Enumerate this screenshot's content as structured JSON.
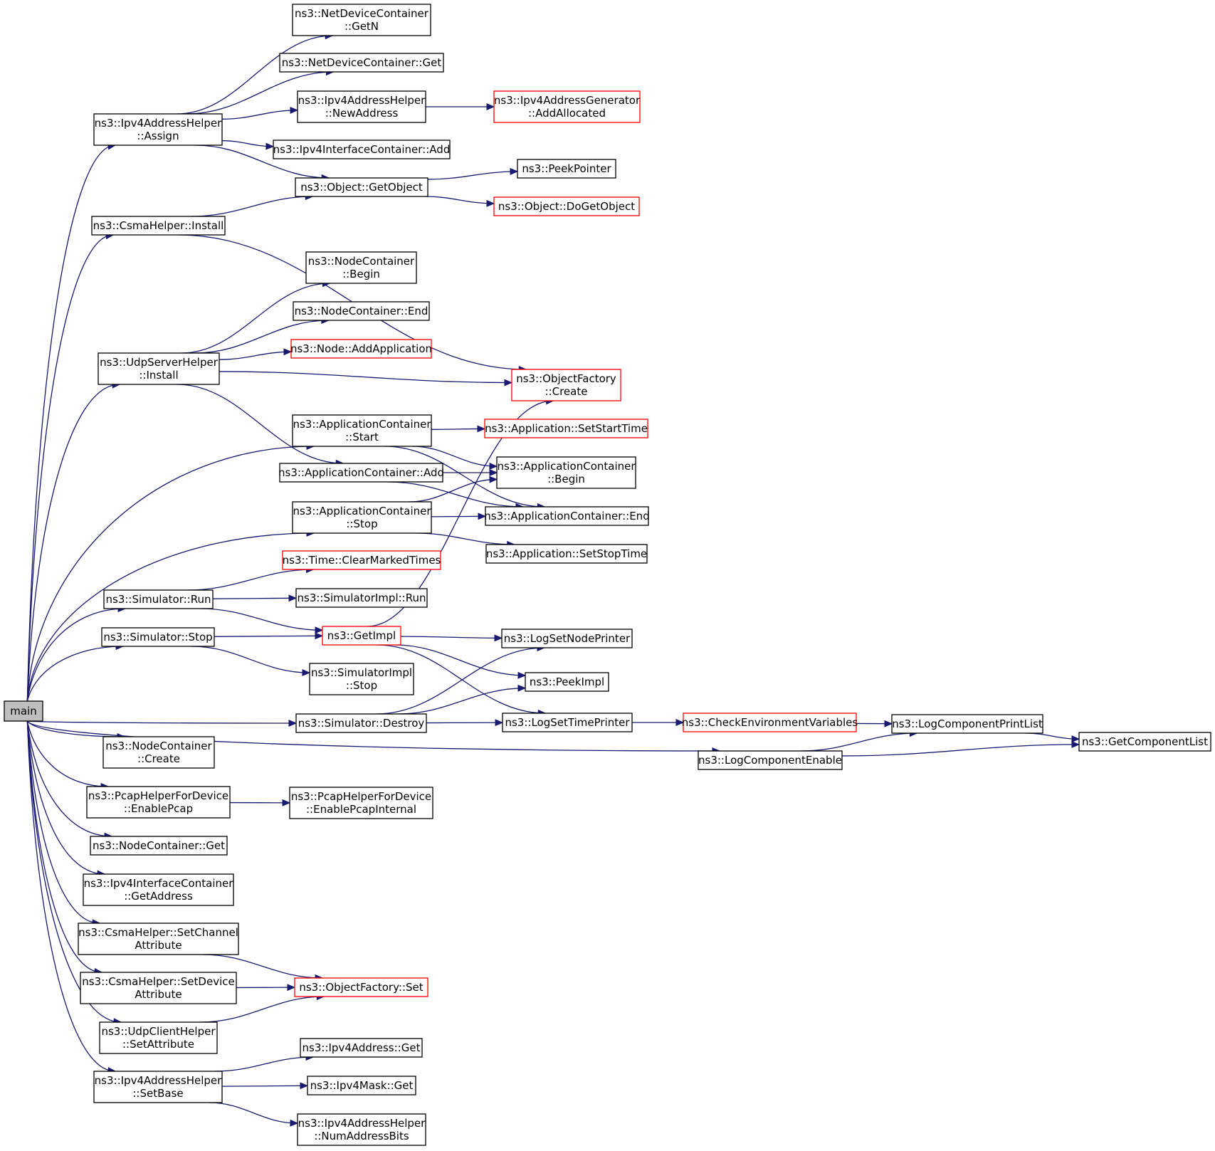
{
  "colors": {
    "edge": "#191970",
    "node_border_normal": "#000000",
    "node_border_truncated": "#ff0000",
    "root_fill": "#bfbfbf",
    "node_fill": "#ffffff"
  },
  "nodes": [
    {
      "id": "main",
      "lines": [
        "main"
      ],
      "style": "root"
    },
    {
      "id": "ipv4addrhelper_assign",
      "lines": [
        "ns3::Ipv4AddressHelper",
        "::Assign"
      ],
      "style": "normal"
    },
    {
      "id": "csmahelper_install",
      "lines": [
        "ns3::CsmaHelper::Install"
      ],
      "style": "normal"
    },
    {
      "id": "udpserverhelper_install",
      "lines": [
        "ns3::UdpServerHelper",
        "::Install"
      ],
      "style": "normal"
    },
    {
      "id": "appcontainer_start",
      "lines": [
        "ns3::ApplicationContainer",
        "::Start"
      ],
      "style": "normal"
    },
    {
      "id": "appcontainer_stop",
      "lines": [
        "ns3::ApplicationContainer",
        "::Stop"
      ],
      "style": "normal"
    },
    {
      "id": "simulator_run",
      "lines": [
        "ns3::Simulator::Run"
      ],
      "style": "normal"
    },
    {
      "id": "simulator_stop",
      "lines": [
        "ns3::Simulator::Stop"
      ],
      "style": "normal"
    },
    {
      "id": "simulator_destroy",
      "lines": [
        "ns3::Simulator::Destroy"
      ],
      "style": "normal"
    },
    {
      "id": "logcomponentenable",
      "lines": [
        "ns3::LogComponentEnable"
      ],
      "style": "normal"
    },
    {
      "id": "nodecontainer_create",
      "lines": [
        "ns3::NodeContainer",
        "::Create"
      ],
      "style": "normal"
    },
    {
      "id": "pcaphelper_enablepcap",
      "lines": [
        "ns3::PcapHelperForDevice",
        "::EnablePcap"
      ],
      "style": "normal"
    },
    {
      "id": "nodecontainer_get",
      "lines": [
        "ns3::NodeContainer::Get"
      ],
      "style": "normal"
    },
    {
      "id": "ipv4ifcontainer_getaddress",
      "lines": [
        "ns3::Ipv4InterfaceContainer",
        "::GetAddress"
      ],
      "style": "normal"
    },
    {
      "id": "csmahelper_setchannelattr",
      "lines": [
        "ns3::CsmaHelper::SetChannel",
        "Attribute"
      ],
      "style": "normal"
    },
    {
      "id": "csmahelper_setdeviceattr",
      "lines": [
        "ns3::CsmaHelper::SetDevice",
        "Attribute"
      ],
      "style": "normal"
    },
    {
      "id": "udpclienthelper_setattr",
      "lines": [
        "ns3::UdpClientHelper",
        "::SetAttribute"
      ],
      "style": "normal"
    },
    {
      "id": "ipv4addrhelper_setbase",
      "lines": [
        "ns3::Ipv4AddressHelper",
        "::SetBase"
      ],
      "style": "normal"
    },
    {
      "id": "netdevcontainer_getn",
      "lines": [
        "ns3::NetDeviceContainer",
        "::GetN"
      ],
      "style": "normal"
    },
    {
      "id": "netdevcontainer_get",
      "lines": [
        "ns3::NetDeviceContainer::Get"
      ],
      "style": "normal"
    },
    {
      "id": "ipv4addrhelper_newaddress",
      "lines": [
        "ns3::Ipv4AddressHelper",
        "::NewAddress"
      ],
      "style": "normal"
    },
    {
      "id": "ipv4ifcontainer_add",
      "lines": [
        "ns3::Ipv4InterfaceContainer::Add"
      ],
      "style": "normal"
    },
    {
      "id": "object_getobject",
      "lines": [
        "ns3::Object::GetObject"
      ],
      "style": "normal"
    },
    {
      "id": "nodecontainer_begin",
      "lines": [
        "ns3::NodeContainer",
        "::Begin"
      ],
      "style": "normal"
    },
    {
      "id": "nodecontainer_end",
      "lines": [
        "ns3::NodeContainer::End"
      ],
      "style": "normal"
    },
    {
      "id": "node_addapplication",
      "lines": [
        "ns3::Node::AddApplication"
      ],
      "style": "truncated"
    },
    {
      "id": "appcontainer_add",
      "lines": [
        "ns3::ApplicationContainer::Add"
      ],
      "style": "normal"
    },
    {
      "id": "time_clearmarkedtimes",
      "lines": [
        "ns3::Time::ClearMarkedTimes"
      ],
      "style": "truncated"
    },
    {
      "id": "simulatorimpl_run",
      "lines": [
        "ns3::SimulatorImpl::Run"
      ],
      "style": "normal"
    },
    {
      "id": "getimpl",
      "lines": [
        "ns3::GetImpl"
      ],
      "style": "truncated"
    },
    {
      "id": "simulatorimpl_stop",
      "lines": [
        "ns3::SimulatorImpl",
        "::Stop"
      ],
      "style": "normal"
    },
    {
      "id": "objectfactory_set",
      "lines": [
        "ns3::ObjectFactory::Set"
      ],
      "style": "truncated"
    },
    {
      "id": "pcaphelper_enablepcapinternal",
      "lines": [
        "ns3::PcapHelperForDevice",
        "::EnablePcapInternal"
      ],
      "style": "normal"
    },
    {
      "id": "ipv4address_get",
      "lines": [
        "ns3::Ipv4Address::Get"
      ],
      "style": "normal"
    },
    {
      "id": "ipv4mask_get",
      "lines": [
        "ns3::Ipv4Mask::Get"
      ],
      "style": "normal"
    },
    {
      "id": "ipv4addrhelper_numaddressbits",
      "lines": [
        "ns3::Ipv4AddressHelper",
        "::NumAddressBits"
      ],
      "style": "normal"
    },
    {
      "id": "ipv4addrgenerator_addallocated",
      "lines": [
        "ns3::Ipv4AddressGenerator",
        "::AddAllocated"
      ],
      "style": "truncated"
    },
    {
      "id": "peekpointer",
      "lines": [
        "ns3::PeekPointer"
      ],
      "style": "normal"
    },
    {
      "id": "object_dogetobject",
      "lines": [
        "ns3::Object::DoGetObject"
      ],
      "style": "truncated"
    },
    {
      "id": "objectfactory_create",
      "lines": [
        "ns3::ObjectFactory",
        "::Create"
      ],
      "style": "truncated"
    },
    {
      "id": "application_setstarttime",
      "lines": [
        "ns3::Application::SetStartTime"
      ],
      "style": "truncated"
    },
    {
      "id": "appcontainer_begin",
      "lines": [
        "ns3::ApplicationContainer",
        "::Begin"
      ],
      "style": "normal"
    },
    {
      "id": "appcontainer_end",
      "lines": [
        "ns3::ApplicationContainer::End"
      ],
      "style": "normal"
    },
    {
      "id": "application_setstoptime",
      "lines": [
        "ns3::Application::SetStopTime"
      ],
      "style": "normal"
    },
    {
      "id": "logsetnodeprinter",
      "lines": [
        "ns3::LogSetNodePrinter"
      ],
      "style": "normal"
    },
    {
      "id": "peekimpl",
      "lines": [
        "ns3::PeekImpl"
      ],
      "style": "normal"
    },
    {
      "id": "logsettimeprinter",
      "lines": [
        "ns3::LogSetTimePrinter"
      ],
      "style": "normal"
    },
    {
      "id": "checkenvironmentvariables",
      "lines": [
        "ns3::CheckEnvironmentVariables"
      ],
      "style": "truncated"
    },
    {
      "id": "logcomponentprintlist",
      "lines": [
        "ns3::LogComponentPrintList"
      ],
      "style": "normal"
    },
    {
      "id": "getcomponentlist",
      "lines": [
        "ns3::GetComponentList"
      ],
      "style": "normal"
    }
  ],
  "edges": [
    [
      "main",
      "ipv4addrhelper_assign"
    ],
    [
      "main",
      "csmahelper_install"
    ],
    [
      "main",
      "udpserverhelper_install"
    ],
    [
      "main",
      "appcontainer_start"
    ],
    [
      "main",
      "appcontainer_stop"
    ],
    [
      "main",
      "simulator_run"
    ],
    [
      "main",
      "simulator_stop"
    ],
    [
      "main",
      "simulator_destroy"
    ],
    [
      "main",
      "logcomponentenable"
    ],
    [
      "main",
      "nodecontainer_create"
    ],
    [
      "main",
      "pcaphelper_enablepcap"
    ],
    [
      "main",
      "nodecontainer_get"
    ],
    [
      "main",
      "ipv4ifcontainer_getaddress"
    ],
    [
      "main",
      "csmahelper_setchannelattr"
    ],
    [
      "main",
      "csmahelper_setdeviceattr"
    ],
    [
      "main",
      "udpclienthelper_setattr"
    ],
    [
      "main",
      "ipv4addrhelper_setbase"
    ],
    [
      "ipv4addrhelper_assign",
      "netdevcontainer_getn"
    ],
    [
      "ipv4addrhelper_assign",
      "netdevcontainer_get"
    ],
    [
      "ipv4addrhelper_assign",
      "ipv4addrhelper_newaddress"
    ],
    [
      "ipv4addrhelper_assign",
      "ipv4ifcontainer_add"
    ],
    [
      "ipv4addrhelper_assign",
      "object_getobject"
    ],
    [
      "ipv4addrhelper_newaddress",
      "ipv4addrgenerator_addallocated"
    ],
    [
      "object_getobject",
      "peekpointer"
    ],
    [
      "object_getobject",
      "object_dogetobject"
    ],
    [
      "csmahelper_install",
      "object_getobject"
    ],
    [
      "csmahelper_install",
      "objectfactory_create"
    ],
    [
      "udpserverhelper_install",
      "nodecontainer_begin"
    ],
    [
      "udpserverhelper_install",
      "nodecontainer_end"
    ],
    [
      "udpserverhelper_install",
      "node_addapplication"
    ],
    [
      "udpserverhelper_install",
      "objectfactory_create"
    ],
    [
      "udpserverhelper_install",
      "appcontainer_add"
    ],
    [
      "appcontainer_start",
      "application_setstarttime"
    ],
    [
      "appcontainer_start",
      "appcontainer_begin"
    ],
    [
      "appcontainer_start",
      "appcontainer_end"
    ],
    [
      "appcontainer_add",
      "appcontainer_begin"
    ],
    [
      "appcontainer_add",
      "appcontainer_end"
    ],
    [
      "appcontainer_stop",
      "appcontainer_begin"
    ],
    [
      "appcontainer_stop",
      "appcontainer_end"
    ],
    [
      "appcontainer_stop",
      "application_setstoptime"
    ],
    [
      "simulator_run",
      "time_clearmarkedtimes"
    ],
    [
      "simulator_run",
      "simulatorimpl_run"
    ],
    [
      "simulator_run",
      "getimpl"
    ],
    [
      "simulator_stop",
      "getimpl"
    ],
    [
      "simulator_stop",
      "simulatorimpl_stop"
    ],
    [
      "getimpl",
      "objectfactory_create"
    ],
    [
      "getimpl",
      "logsetnodeprinter"
    ],
    [
      "getimpl",
      "peekimpl"
    ],
    [
      "getimpl",
      "logsettimeprinter"
    ],
    [
      "simulator_destroy",
      "logsetnodeprinter"
    ],
    [
      "simulator_destroy",
      "peekimpl"
    ],
    [
      "simulator_destroy",
      "logsettimeprinter"
    ],
    [
      "logsettimeprinter",
      "checkenvironmentvariables"
    ],
    [
      "checkenvironmentvariables",
      "logcomponentprintlist"
    ],
    [
      "logcomponentprintlist",
      "getcomponentlist"
    ],
    [
      "logcomponentenable",
      "logcomponentprintlist"
    ],
    [
      "logcomponentenable",
      "getcomponentlist"
    ],
    [
      "pcaphelper_enablepcap",
      "pcaphelper_enablepcapinternal"
    ],
    [
      "csmahelper_setchannelattr",
      "objectfactory_set"
    ],
    [
      "csmahelper_setdeviceattr",
      "objectfactory_set"
    ],
    [
      "udpclienthelper_setattr",
      "objectfactory_set"
    ],
    [
      "ipv4addrhelper_setbase",
      "ipv4address_get"
    ],
    [
      "ipv4addrhelper_setbase",
      "ipv4mask_get"
    ],
    [
      "ipv4addrhelper_setbase",
      "ipv4addrhelper_numaddressbits"
    ]
  ]
}
